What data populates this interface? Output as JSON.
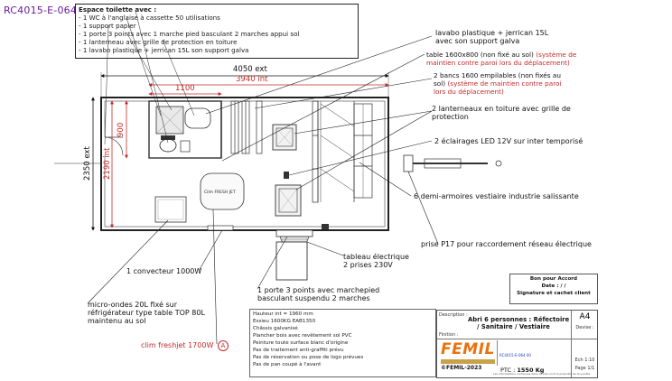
{
  "ref": "RC4015-E-064",
  "spec": {
    "title": "Espace toilette avec :",
    "lines": [
      "- 1 WC à l'anglaise à cassette 50 utilisations",
      "- 1 support papier",
      "- 1 porte 3 points avec 1 marche pied basculant 2 marches appui sol",
      "- 1 lanterneau avec grille de protection en toiture",
      "- 1 lavabo plastique + jerrican 15L son support galva"
    ]
  },
  "dimensions": {
    "ext_length": "4050 ext",
    "int_length": "3940 int",
    "toilet_width": "1100",
    "ext_width": "2350 ext",
    "int_width": "2190 int",
    "toilet_depth": "900"
  },
  "plan": {
    "table_label": "Cilm FRESH JET"
  },
  "callouts": {
    "lavabo": [
      "lavabo plastique + jerrican 15L",
      "avec son support galva"
    ],
    "table": [
      "table 1600x800 (non fixé au sol)",
      " (système de",
      "maintien contre paroi lors du déplacement)"
    ],
    "bancs": [
      "2 bancs 1600 empilables (non fixés au",
      "sol)",
      " (système de maintien contre paroi",
      "lors du déplacement)"
    ],
    "lanterneaux": [
      "2 lanterneaux en toiture avec grille de",
      "protection"
    ],
    "eclairages": "2 éclairages LED 12V sur inter temporisé",
    "armoires": "6 demi-armoires vestiaire industrie salissante",
    "prise": "prise P17 pour raccordement réseau électrique",
    "tableau": [
      "tableau électrique",
      "2 prises 230V"
    ],
    "convecteur": "1 convecteur 1000W",
    "porte": [
      "1 porte 3 points avec marchepied",
      "basculant suspendu 2 marches"
    ],
    "microondes": [
      "micro-ondes 20L fixé sur",
      "réfrigérateur type table TOP 80L",
      "maintenu au sol"
    ],
    "freshjet": "clim freshjet 1700W",
    "freshjet_mark": "A"
  },
  "notes": [
    "Hauteur int = 1960 mm",
    "Essieu 1600KG EAB1350",
    "Châssis galvanisé",
    "Plancher bois avec revêtement sol PVC",
    "Peinture toute surface blanc d'origine",
    "Pas de traitement anti-graffiti prévu",
    "Pas de réservation ou pose de logo prévues",
    "Pas de pan coupé à l'avant"
  ],
  "titleblock": {
    "bon": "Bon pour Accord",
    "date": "Date :  /  /",
    "signature": "Signature et cachet client",
    "description_label": "Description :",
    "description": [
      "Abri 6 personnes : Réfectoire",
      "/ Sanitaire / Vestiaire"
    ],
    "finition_label": "Finition :",
    "format": "A4",
    "devise": "Devise :",
    "brand": "FEMIL",
    "copyright": "©FEMIL-2023",
    "weight_label": "PTC :",
    "weight": "1550 Kg",
    "scale": "Ech 1:10",
    "page": "Page 1/1",
    "ref_small": "RC4015-E-064 00",
    "footer": "Les informations contenues dans ce plan sont la propriété de la société"
  }
}
